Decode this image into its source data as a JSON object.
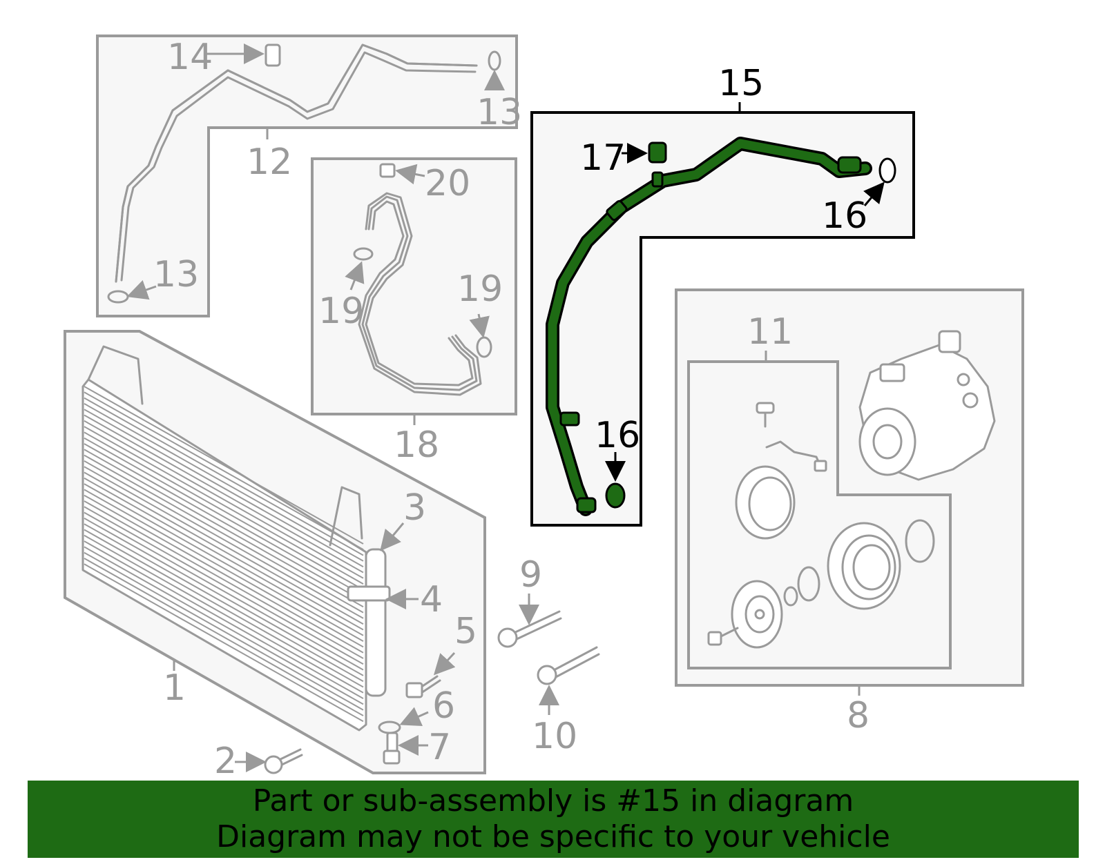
{
  "highlight_color": "#1e6b14",
  "dim_color": "#9a9a9a",
  "callouts": {
    "c1": "1",
    "c2": "2",
    "c3": "3",
    "c4": "4",
    "c5": "5",
    "c6": "6",
    "c7": "7",
    "c8": "8",
    "c9": "9",
    "c10": "10",
    "c11": "11",
    "c12": "12",
    "c13a": "13",
    "c13b": "13",
    "c14": "14",
    "c15": "15",
    "c16a": "16",
    "c16b": "16",
    "c17": "17",
    "c18": "18",
    "c19a": "19",
    "c19b": "19",
    "c20": "20"
  },
  "banner": {
    "line1": "Part or sub-assembly is #15 in diagram",
    "line2": "Diagram may not be specific to your vehicle"
  }
}
